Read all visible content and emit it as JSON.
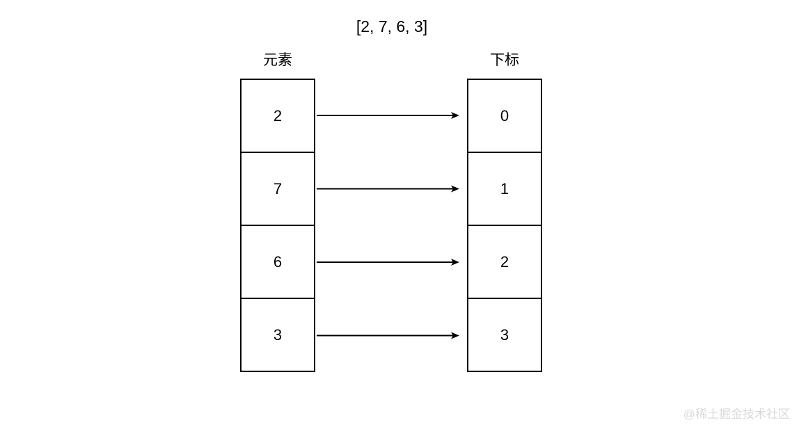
{
  "title": "[2, 7, 6, 3]",
  "diagram": {
    "type": "array-index-mapping",
    "elements_column": {
      "header": "元素",
      "cells": [
        "2",
        "7",
        "6",
        "3"
      ]
    },
    "indices_column": {
      "header": "下标",
      "cells": [
        "0",
        "1",
        "2",
        "3"
      ]
    },
    "mappings": [
      {
        "from": "2",
        "to": "0"
      },
      {
        "from": "7",
        "to": "1"
      },
      {
        "from": "6",
        "to": "2"
      },
      {
        "from": "3",
        "to": "3"
      }
    ]
  },
  "watermark": "@稀土掘金技术社区",
  "colors": {
    "stroke": "#000000",
    "background": "#ffffff",
    "watermark": "#d9d9d9"
  }
}
